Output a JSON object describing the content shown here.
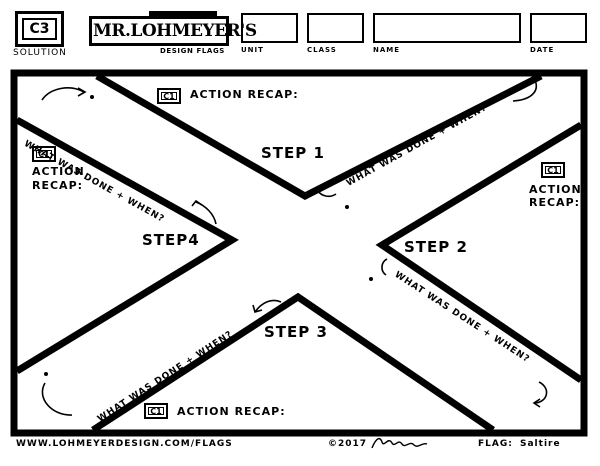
{
  "header": {
    "badge": "C3",
    "badge_label": "SOLUTION",
    "logo_title": "MR.LOHMEYER'S",
    "logo_subtitle": "DESIGN FLAGS",
    "fields": [
      {
        "label": "UNIT"
      },
      {
        "label": "CLASS"
      },
      {
        "label": "NAME"
      },
      {
        "label": "DATE"
      }
    ]
  },
  "flag": {
    "steps": [
      "STEP 1",
      "STEP 2",
      "STEP 3",
      "STEP4"
    ],
    "recap_badge": "C1",
    "recap_top": "ACTION RECAP:",
    "recap_left_1": "ACTION",
    "recap_left_2": "RECAP:",
    "recap_right_1": "ACTION",
    "recap_right_2": "RECAP:",
    "recap_bottom": "ACTION RECAP:",
    "prompt": "WHAT WAS DONE + WHEN?"
  },
  "footer": {
    "url": "WWW.LOHMEYERDESIGN.COM/FLAGS",
    "copyright": "©2017",
    "flag_name_label": "FLAG:",
    "flag_name": "Saltire"
  }
}
